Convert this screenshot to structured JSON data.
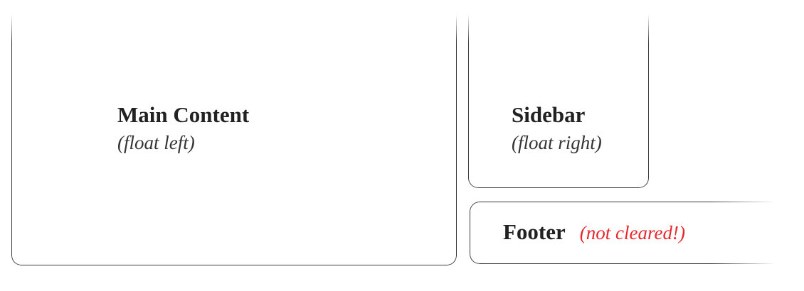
{
  "main": {
    "title": "Main Content",
    "subtitle": "(float left)"
  },
  "sidebar": {
    "title": "Sidebar",
    "subtitle": "(float right)"
  },
  "footer": {
    "title": "Footer",
    "note": "(not cleared!)"
  },
  "colors": {
    "border": "#3a3a3a",
    "text": "#222222",
    "warning": "#e8262b"
  }
}
